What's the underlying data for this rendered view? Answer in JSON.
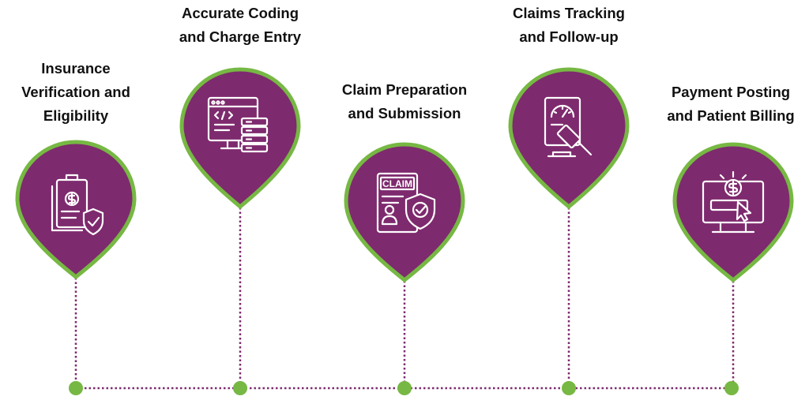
{
  "steps": [
    {
      "id": "insurance",
      "label_lines": [
        "Insurance",
        "Verification and",
        "Eligibility"
      ],
      "icon": "clipboard-dollar-shield-icon"
    },
    {
      "id": "coding",
      "label_lines": [
        "Accurate Coding",
        "and Charge Entry"
      ],
      "icon": "code-monitor-icon"
    },
    {
      "id": "claim-prep",
      "label_lines": [
        "Claim Preparation",
        "and Submission"
      ],
      "icon": "claim-form-shield-icon"
    },
    {
      "id": "tracking",
      "label_lines": [
        "Claims Tracking",
        "and Follow-up"
      ],
      "icon": "gauge-gavel-icon"
    },
    {
      "id": "payment",
      "label_lines": [
        "Payment Posting",
        "and Patient Billing"
      ],
      "icon": "monitor-dollar-cursor-icon"
    }
  ],
  "icon_texts": {
    "claim_badge": "CLAIM"
  },
  "colors": {
    "pin_fill": "#7e2a6e",
    "pin_border": "#76b843",
    "connector": "#7e2a6e",
    "node": "#76b843",
    "icon_stroke": "#ffffff",
    "label_text": "#111111"
  }
}
